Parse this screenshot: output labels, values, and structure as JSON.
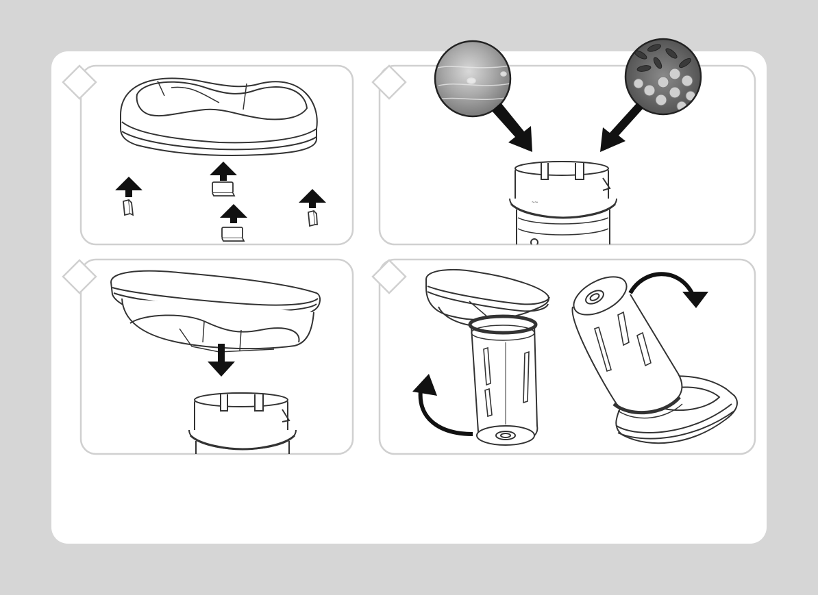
{
  "document": {
    "type": "instruction-illustration",
    "background_color": "#d6d6d6",
    "card_color": "#ffffff",
    "line_color": "#333333",
    "panel_border_color": "#d0d0d0",
    "arrow_color": "#111111"
  },
  "steps": [
    {
      "id": "step-1",
      "badge_text": "",
      "icons": [
        "feeder-base-icon",
        "foot-pad-icon",
        "arrow-up-icon"
      ]
    },
    {
      "id": "step-2",
      "badge_text": "",
      "icons": [
        "water-photo-icon",
        "kibble-photo-icon",
        "canister-icon",
        "arrow-diagonal-icon"
      ]
    },
    {
      "id": "step-3",
      "badge_text": "",
      "icons": [
        "feeder-base-inverted-icon",
        "canister-icon",
        "arrow-down-icon"
      ]
    },
    {
      "id": "step-4",
      "badge_text": "",
      "icons": [
        "feeder-assembled-icon",
        "rotate-arrow-icon"
      ]
    }
  ]
}
